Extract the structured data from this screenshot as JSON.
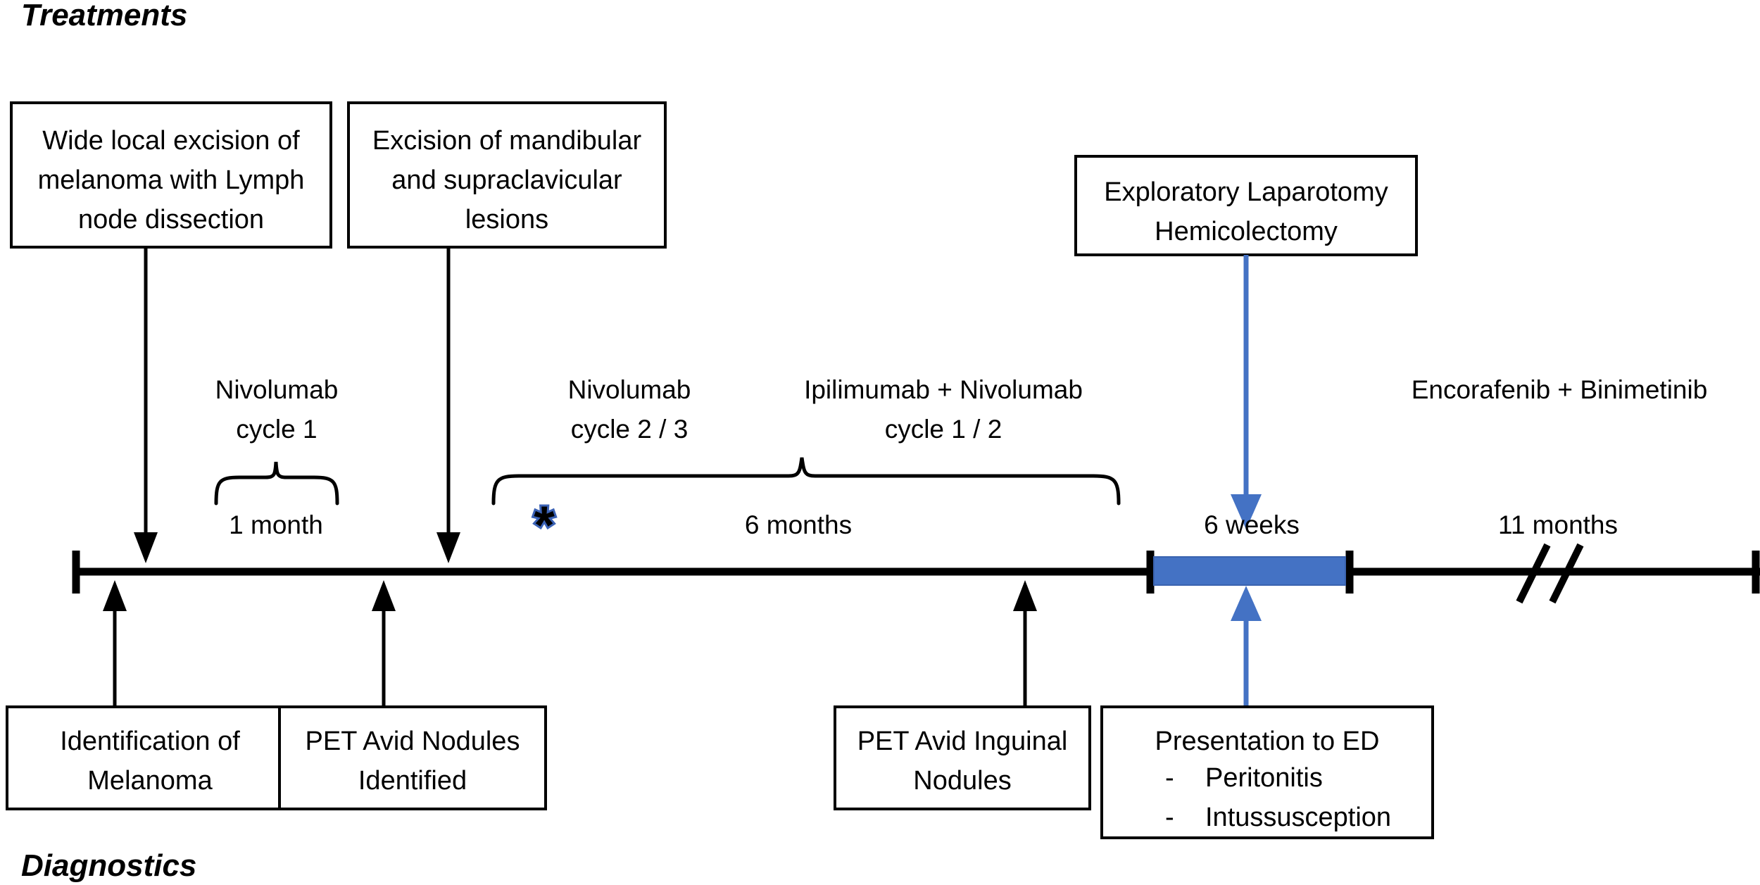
{
  "diagram": {
    "title_top": "Treatments",
    "title_bottom": "Diagnostics",
    "accent_color": "#4472C4",
    "line_color": "#000000"
  },
  "treatment_boxes": [
    {
      "id": "wide-local-excision",
      "lines": [
        "Wide local excision of",
        "melanoma with Lymph",
        "node dissection"
      ]
    },
    {
      "id": "excision-mandibular",
      "lines": [
        "Excision of mandibular",
        "and supraclavicular",
        "lesions"
      ]
    },
    {
      "id": "exploratory-laparotomy",
      "lines": [
        "Exploratory Laparotomy",
        "Hemicolectomy"
      ]
    }
  ],
  "diagnostic_boxes": [
    {
      "id": "identification-of-melanoma",
      "lines": [
        "Identification of",
        "Melanoma"
      ]
    },
    {
      "id": "pet-avid-nodules",
      "lines": [
        "PET Avid Nodules",
        "Identified"
      ]
    },
    {
      "id": "pet-avid-inguinal-nodules",
      "lines": [
        "PET Avid Inguinal",
        "Nodules"
      ]
    },
    {
      "id": "presentation-to-ed",
      "lines": [
        "Presentation to ED"
      ],
      "bullets": [
        "Peritonitis",
        "Intussusception"
      ],
      "bullet_marker": "-"
    }
  ],
  "therapy_labels": [
    {
      "id": "nivolumab-cycle-1",
      "lines": [
        "Nivolumab",
        "cycle 1"
      ]
    },
    {
      "id": "nivolumab-cycle-2-3",
      "lines": [
        "Nivolumab",
        "cycle 2 / 3"
      ]
    },
    {
      "id": "ipilimumab-nivolumab",
      "lines": [
        "Ipilimumab + Nivolumab",
        "cycle 1 / 2"
      ]
    },
    {
      "id": "encorafenib-binimetinib",
      "lines": [
        "Encorafenib + Binimetinib"
      ]
    }
  ],
  "durations": [
    {
      "id": "duration-1-month",
      "label": "1 month"
    },
    {
      "id": "duration-6-months",
      "label": "6 months"
    },
    {
      "id": "duration-6-weeks",
      "label": "6 weeks"
    },
    {
      "id": "duration-11-months",
      "label": "11 months"
    }
  ],
  "markers": [
    {
      "id": "asterisk-marker",
      "glyph": "*"
    }
  ],
  "chart_data": {
    "type": "timeline",
    "title": "Melanoma treatment and diagnostic timeline",
    "axis": {
      "orientation": "horizontal",
      "broken": true,
      "break_symbol": "//"
    },
    "segments": [
      {
        "label": "1 month",
        "therapy": "Nivolumab cycle 1",
        "highlight": false
      },
      {
        "label": "6 months",
        "therapy": "Nivolumab cycle 2 / 3; Ipilimumab + Nivolumab cycle 1 / 2",
        "highlight": false
      },
      {
        "label": "6 weeks",
        "therapy": "",
        "highlight": true,
        "color": "#4472C4"
      },
      {
        "label": "11 months",
        "therapy": "Encorafenib + Binimetinib",
        "highlight": false
      }
    ],
    "events_above": [
      "Wide local excision of melanoma with Lymph node dissection",
      "Excision of mandibular and supraclavicular lesions",
      "Exploratory Laparotomy Hemicolectomy"
    ],
    "events_below": [
      "Identification of Melanoma",
      "PET Avid Nodules Identified",
      "PET Avid Inguinal Nodules",
      "Presentation to ED - Peritonitis - Intussusception"
    ]
  }
}
